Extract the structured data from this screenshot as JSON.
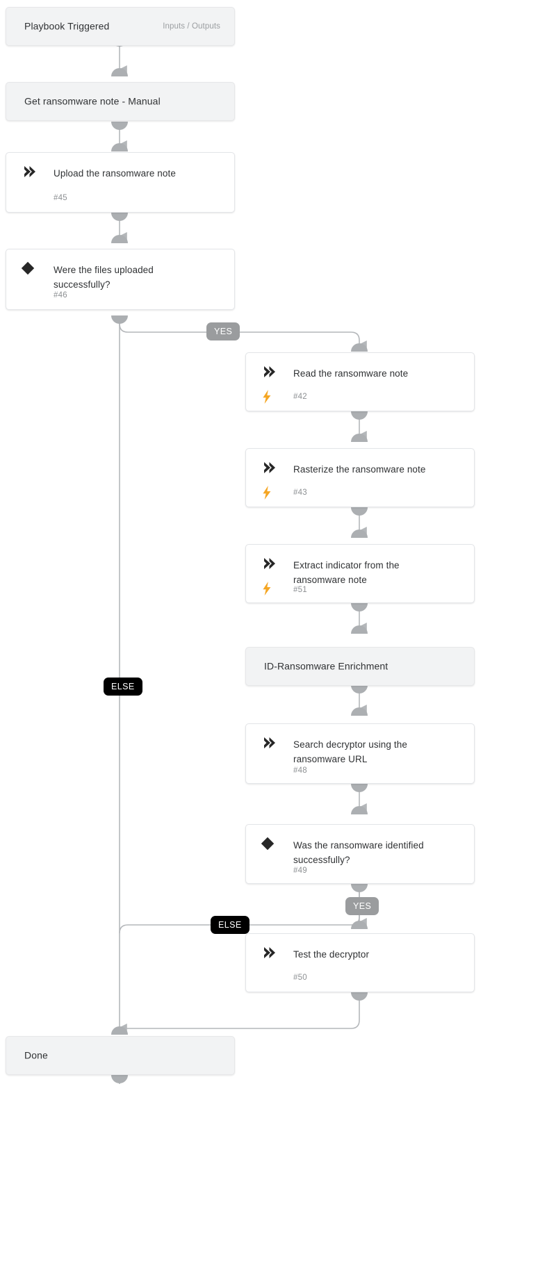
{
  "diagram": {
    "type": "playbook-workflow",
    "accent_colors": {
      "node_plain_bg": "#f2f3f4",
      "node_task_bg": "#ffffff",
      "edge": "#b4b7ba",
      "badge_yes": "#9a9c9e",
      "badge_else": "#000000",
      "bolt": "#f5a623",
      "icon": "#272727"
    }
  },
  "nodes": [
    {
      "key": "start",
      "kind": "start",
      "title": "Playbook Triggered",
      "meta": "Inputs / Outputs",
      "id_label": "",
      "icon": "none"
    },
    {
      "key": "get-note",
      "kind": "section",
      "title": "Get ransomware note - Manual",
      "meta": "",
      "id_label": "",
      "icon": "none"
    },
    {
      "key": "upload-note",
      "kind": "task",
      "title": "Upload the ransomware note",
      "meta": "",
      "id_label": "#45",
      "icon": "chevron-icon"
    },
    {
      "key": "files-uploaded",
      "kind": "condition",
      "title": "Were the files uploaded successfully?",
      "meta": "",
      "id_label": "#46",
      "icon": "diamond-icon"
    },
    {
      "key": "read-note",
      "kind": "task",
      "title": "Read the ransomware note",
      "meta": "",
      "id_label": "#42",
      "icon": "chevron-icon",
      "automated": true
    },
    {
      "key": "rasterize-note",
      "kind": "task",
      "title": "Rasterize the ransomware note",
      "meta": "",
      "id_label": "#43",
      "icon": "chevron-icon",
      "automated": true
    },
    {
      "key": "extract-indicator",
      "kind": "task",
      "title": "Extract indicator from the ransomware note",
      "meta": "",
      "id_label": "#51",
      "icon": "chevron-icon",
      "automated": true
    },
    {
      "key": "id-ransomware-enrichment",
      "kind": "section",
      "title": "ID-Ransomware Enrichment",
      "meta": "",
      "id_label": "",
      "icon": "none"
    },
    {
      "key": "search-decryptor",
      "kind": "task",
      "title": "Search decryptor using the ransomware URL",
      "meta": "",
      "id_label": "#48",
      "icon": "chevron-icon"
    },
    {
      "key": "ransomware-identified",
      "kind": "condition",
      "title": "Was the ransomware identified successfully?",
      "meta": "",
      "id_label": "#49",
      "icon": "diamond-icon"
    },
    {
      "key": "test-decryptor",
      "kind": "task",
      "title": "Test the decryptor",
      "meta": "",
      "id_label": "#50",
      "icon": "chevron-icon"
    },
    {
      "key": "done",
      "kind": "end",
      "title": "Done",
      "meta": "",
      "id_label": "",
      "icon": "none"
    }
  ],
  "branch_labels": [
    {
      "key": "yes-1",
      "text": "YES",
      "style": "grey"
    },
    {
      "key": "else-1",
      "text": "ELSE",
      "style": "black"
    },
    {
      "key": "yes-2",
      "text": "YES",
      "style": "grey"
    },
    {
      "key": "else-2",
      "text": "ELSE",
      "style": "black"
    }
  ]
}
